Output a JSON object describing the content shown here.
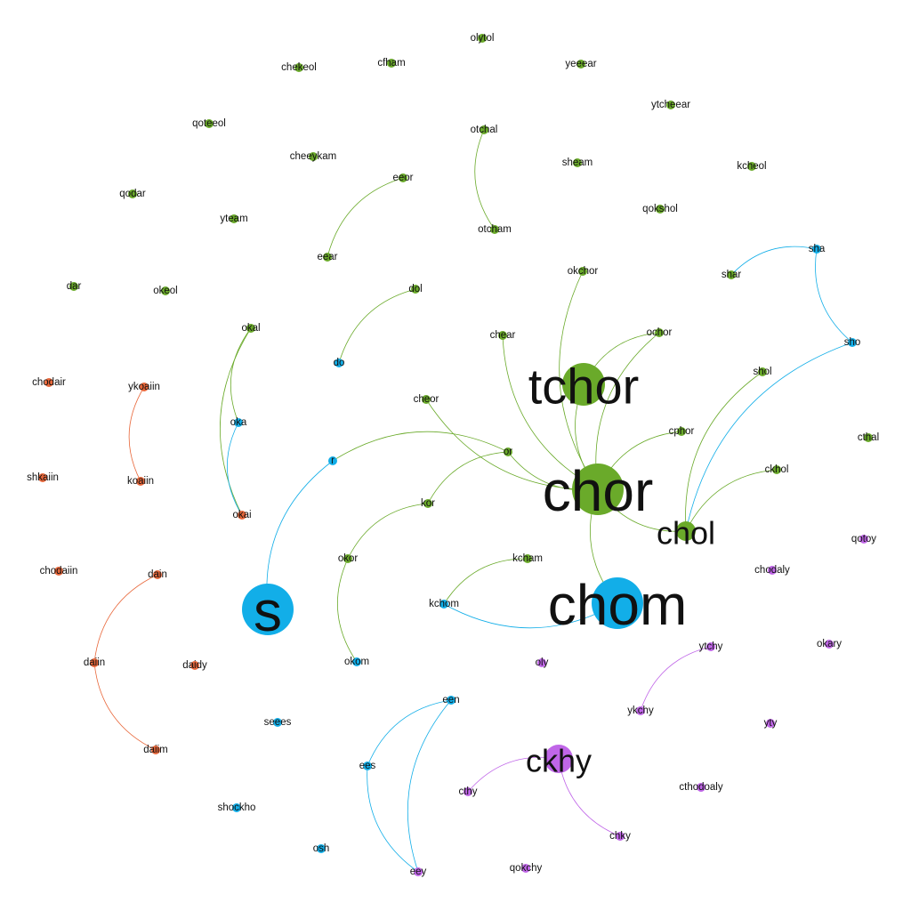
{
  "colors": {
    "green": "#6aaa2a",
    "blue": "#12aee8",
    "orange": "#e8673a",
    "purple": "#c066e8"
  },
  "nodes": [
    {
      "id": "olytol",
      "label": "olytol",
      "group": "green"
    },
    {
      "id": "chekeol",
      "label": "chekeol",
      "group": "green"
    },
    {
      "id": "cfham",
      "label": "cfham",
      "group": "green"
    },
    {
      "id": "yeeear",
      "label": "yeeear",
      "group": "green"
    },
    {
      "id": "ytcheear",
      "label": "ytcheear",
      "group": "green"
    },
    {
      "id": "qoteeol",
      "label": "qoteeol",
      "group": "green"
    },
    {
      "id": "otchal",
      "label": "otchal",
      "group": "green"
    },
    {
      "id": "cheeykam",
      "label": "cheeykam",
      "group": "green"
    },
    {
      "id": "sheam",
      "label": "sheam",
      "group": "green"
    },
    {
      "id": "kcheol",
      "label": "kcheol",
      "group": "green"
    },
    {
      "id": "eeor",
      "label": "eeor",
      "group": "green"
    },
    {
      "id": "qodar",
      "label": "qodar",
      "group": "green"
    },
    {
      "id": "qokshol",
      "label": "qokshol",
      "group": "green"
    },
    {
      "id": "yteam",
      "label": "yteam",
      "group": "green"
    },
    {
      "id": "otcham",
      "label": "otcham",
      "group": "green"
    },
    {
      "id": "sha",
      "label": "sha",
      "group": "blue"
    },
    {
      "id": "eear",
      "label": "eear",
      "group": "green"
    },
    {
      "id": "okchor",
      "label": "okchor",
      "group": "green"
    },
    {
      "id": "shar",
      "label": "shar",
      "group": "green"
    },
    {
      "id": "dar",
      "label": "dar",
      "group": "green"
    },
    {
      "id": "okeol",
      "label": "okeol",
      "group": "green"
    },
    {
      "id": "dol",
      "label": "dol",
      "group": "green"
    },
    {
      "id": "okal",
      "label": "okal",
      "group": "green"
    },
    {
      "id": "ochor",
      "label": "ochor",
      "group": "green"
    },
    {
      "id": "chear",
      "label": "chear",
      "group": "green"
    },
    {
      "id": "sho",
      "label": "sho",
      "group": "blue"
    },
    {
      "id": "do",
      "label": "do",
      "group": "blue"
    },
    {
      "id": "shol",
      "label": "shol",
      "group": "green"
    },
    {
      "id": "chodair",
      "label": "chodair",
      "group": "orange"
    },
    {
      "id": "ykoaiin",
      "label": "ykoaiin",
      "group": "orange"
    },
    {
      "id": "tchor",
      "label": "tchor",
      "group": "green"
    },
    {
      "id": "cheor",
      "label": "cheor",
      "group": "green"
    },
    {
      "id": "oka",
      "label": "oka",
      "group": "blue"
    },
    {
      "id": "cphor",
      "label": "cphor",
      "group": "green"
    },
    {
      "id": "cthal",
      "label": "cthal",
      "group": "green"
    },
    {
      "id": "or",
      "label": "or",
      "group": "green"
    },
    {
      "id": "r",
      "label": "r",
      "group": "blue"
    },
    {
      "id": "ckhol",
      "label": "ckhol",
      "group": "green"
    },
    {
      "id": "shkaiin",
      "label": "shkaiin",
      "group": "orange"
    },
    {
      "id": "koaiin",
      "label": "koaiin",
      "group": "orange"
    },
    {
      "id": "chor",
      "label": "chor",
      "group": "green"
    },
    {
      "id": "kor",
      "label": "kor",
      "group": "green"
    },
    {
      "id": "okai",
      "label": "okai",
      "group": "orange"
    },
    {
      "id": "chol",
      "label": "chol",
      "group": "green"
    },
    {
      "id": "qotoy",
      "label": "qotoy",
      "group": "purple"
    },
    {
      "id": "okor",
      "label": "okor",
      "group": "green"
    },
    {
      "id": "kcham",
      "label": "kcham",
      "group": "green"
    },
    {
      "id": "chodaiin",
      "label": "chodaiin",
      "group": "orange"
    },
    {
      "id": "dain",
      "label": "dain",
      "group": "orange"
    },
    {
      "id": "chodaly",
      "label": "chodaly",
      "group": "purple"
    },
    {
      "id": "chom",
      "label": "chom",
      "group": "blue"
    },
    {
      "id": "kchom",
      "label": "kchom",
      "group": "blue"
    },
    {
      "id": "s",
      "label": "s",
      "group": "blue"
    },
    {
      "id": "okary",
      "label": "okary",
      "group": "purple"
    },
    {
      "id": "ytchy",
      "label": "ytchy",
      "group": "purple"
    },
    {
      "id": "daiin",
      "label": "daiin",
      "group": "orange"
    },
    {
      "id": "okom",
      "label": "okom",
      "group": "blue"
    },
    {
      "id": "daidy",
      "label": "daidy",
      "group": "orange"
    },
    {
      "id": "oly",
      "label": "oly",
      "group": "purple"
    },
    {
      "id": "een",
      "label": "een",
      "group": "blue"
    },
    {
      "id": "ykchy",
      "label": "ykchy",
      "group": "purple"
    },
    {
      "id": "seees",
      "label": "seees",
      "group": "blue"
    },
    {
      "id": "yty",
      "label": "yty",
      "group": "purple"
    },
    {
      "id": "daiim",
      "label": "daiim",
      "group": "orange"
    },
    {
      "id": "ckhy",
      "label": "ckhy",
      "group": "purple"
    },
    {
      "id": "ees",
      "label": "ees",
      "group": "blue"
    },
    {
      "id": "cthy",
      "label": "cthy",
      "group": "purple"
    },
    {
      "id": "cthodoaly",
      "label": "cthodoaly",
      "group": "purple"
    },
    {
      "id": "shockho",
      "label": "shockho",
      "group": "blue"
    },
    {
      "id": "chky",
      "label": "chky",
      "group": "purple"
    },
    {
      "id": "osh",
      "label": "osh",
      "group": "blue"
    },
    {
      "id": "qokchy",
      "label": "qokchy",
      "group": "purple"
    },
    {
      "id": "eey",
      "label": "eey",
      "group": "purple"
    }
  ],
  "edges": [
    {
      "source": "otchal",
      "target": "otcham"
    },
    {
      "source": "eeor",
      "target": "eear"
    },
    {
      "source": "sha",
      "target": "shar"
    },
    {
      "source": "sha",
      "target": "sho"
    },
    {
      "source": "dol",
      "target": "do"
    },
    {
      "source": "sho",
      "target": "chol"
    },
    {
      "source": "shol",
      "target": "chol"
    },
    {
      "source": "okchor",
      "target": "chor"
    },
    {
      "source": "ochor",
      "target": "tchor"
    },
    {
      "source": "ochor",
      "target": "chor"
    },
    {
      "source": "chear",
      "target": "chor"
    },
    {
      "source": "cheor",
      "target": "chor"
    },
    {
      "source": "tchor",
      "target": "chor"
    },
    {
      "source": "cphor",
      "target": "chor"
    },
    {
      "source": "ckhol",
      "target": "chol"
    },
    {
      "source": "chor",
      "target": "chol"
    },
    {
      "source": "chor",
      "target": "chom"
    },
    {
      "source": "or",
      "target": "chor"
    },
    {
      "source": "or",
      "target": "r"
    },
    {
      "source": "or",
      "target": "kor"
    },
    {
      "source": "kor",
      "target": "okor"
    },
    {
      "source": "okor",
      "target": "okom"
    },
    {
      "source": "r",
      "target": "s"
    },
    {
      "source": "okal",
      "target": "oka"
    },
    {
      "source": "okal",
      "target": "okai"
    },
    {
      "source": "oka",
      "target": "okai"
    },
    {
      "source": "ykoaiin",
      "target": "koaiin"
    },
    {
      "source": "kcham",
      "target": "kchom"
    },
    {
      "source": "kchom",
      "target": "chom"
    },
    {
      "source": "dain",
      "target": "daiin"
    },
    {
      "source": "daiin",
      "target": "daiim"
    },
    {
      "source": "ytchy",
      "target": "ykchy"
    },
    {
      "source": "ckhy",
      "target": "cthy"
    },
    {
      "source": "ckhy",
      "target": "chky"
    },
    {
      "source": "een",
      "target": "ees"
    },
    {
      "source": "een",
      "target": "eey"
    },
    {
      "source": "ees",
      "target": "eey"
    }
  ]
}
